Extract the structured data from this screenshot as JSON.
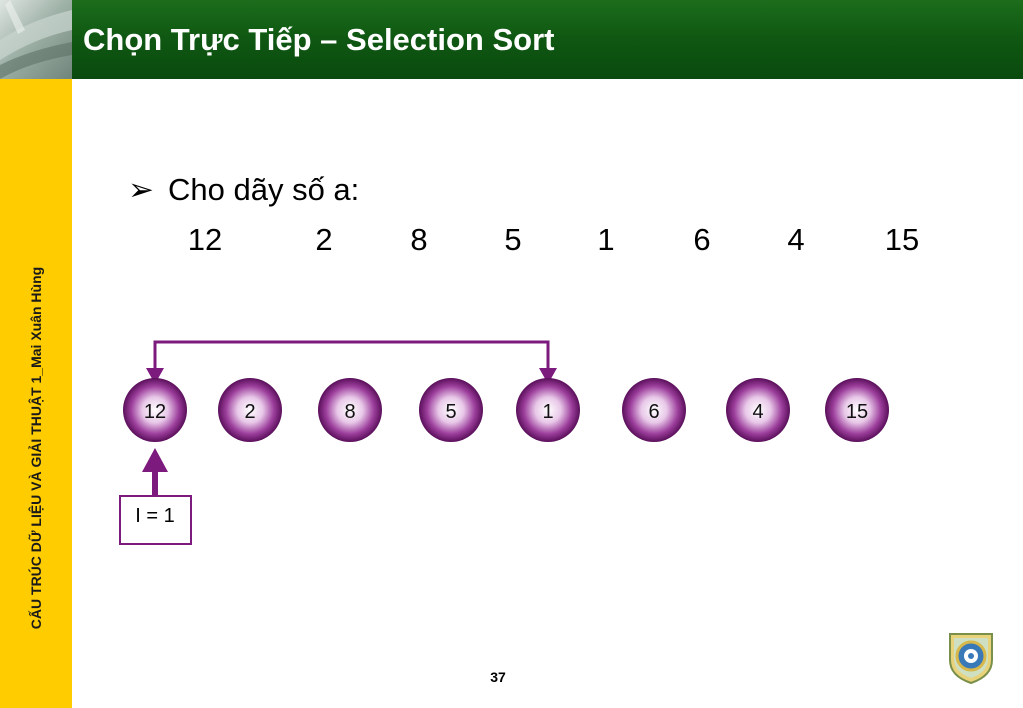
{
  "slide": {
    "title": "Chọn Trực Tiếp – Selection Sort",
    "sidebar_text": "CẤU TRÚC DỮ LIỆU VÀ GIẢI THUẬT 1_Mai Xuân Hùng",
    "bullet_symbol": "➢",
    "bullet_text": "Cho dãy số a:",
    "array": [
      "12",
      "2",
      "8",
      "5",
      "1",
      "6",
      "4",
      "15"
    ],
    "index_label": "I = 1",
    "page_number": "37"
  },
  "colors": {
    "header_green": "#0f5712",
    "sidebar_yellow": "#ffcc00",
    "node_purple": "#7a1f7a",
    "arrow_purple": "#7d1a7d"
  },
  "icons": {
    "corner": "fountain-photo",
    "logo": "university-crest-icon"
  }
}
